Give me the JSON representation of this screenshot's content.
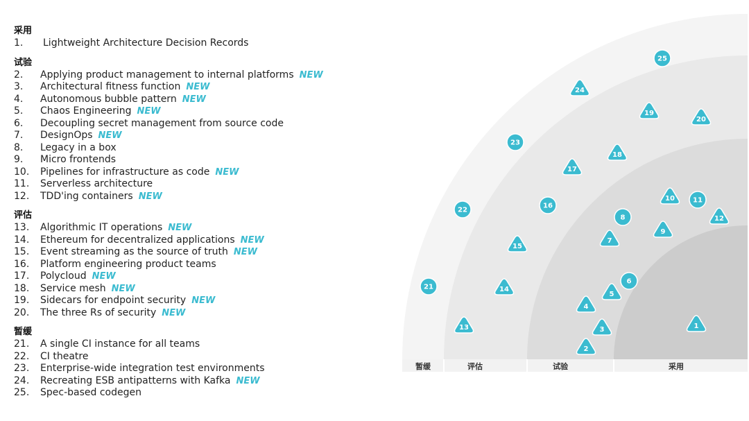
{
  "sections": [
    {
      "title": "采用",
      "items": [
        {
          "num": "1.",
          "name": "Lightweight Architecture Decision Records",
          "new": ""
        }
      ]
    },
    {
      "title": "试验",
      "items": [
        {
          "num": "2.",
          "name": "Applying product management to internal platforms",
          "new": "NEW"
        },
        {
          "num": "3.",
          "name": "Architectural fitness function",
          "new": "NEW"
        },
        {
          "num": "4.",
          "name": "Autonomous bubble pattern",
          "new": "NEW"
        },
        {
          "num": "5.",
          "name": "Chaos Engineering",
          "new": "NEW"
        },
        {
          "num": "6.",
          "name": "Decoupling secret management from source code",
          "new": ""
        },
        {
          "num": "7.",
          "name": "DesignOps",
          "new": "NEW"
        },
        {
          "num": "8.",
          "name": "Legacy in a box",
          "new": ""
        },
        {
          "num": "9.",
          "name": "Micro frontends",
          "new": ""
        },
        {
          "num": "10.",
          "name": "Pipelines for infrastructure as code",
          "new": "NEW"
        },
        {
          "num": "11.",
          "name": "Serverless architecture",
          "new": ""
        },
        {
          "num": "12.",
          "name": "TDD'ing containers",
          "new": "NEW"
        }
      ]
    },
    {
      "title": "评估",
      "items": [
        {
          "num": "13.",
          "name": "Algorithmic IT operations",
          "new": "NEW"
        },
        {
          "num": "14.",
          "name": "Ethereum for decentralized applications",
          "new": "NEW"
        },
        {
          "num": "15.",
          "name": "Event streaming as the source of truth",
          "new": "NEW"
        },
        {
          "num": "16.",
          "name": "Platform engineering product teams",
          "new": ""
        },
        {
          "num": "17.",
          "name": "Polycloud",
          "new": "NEW"
        },
        {
          "num": "18.",
          "name": "Service mesh",
          "new": "NEW"
        },
        {
          "num": "19.",
          "name": "Sidecars for endpoint security",
          "new": "NEW"
        },
        {
          "num": "20.",
          "name": "The three Rs of security",
          "new": "NEW"
        }
      ]
    },
    {
      "title": "暂缓",
      "items": [
        {
          "num": "21.",
          "name": "A single CI instance for all teams",
          "new": ""
        },
        {
          "num": "22.",
          "name": "CI theatre",
          "new": ""
        },
        {
          "num": "23.",
          "name": "Enterprise-wide integration test environments",
          "new": ""
        },
        {
          "num": "24.",
          "name": "Recreating ESB antipatterns with Kafka",
          "new": "NEW"
        },
        {
          "num": "25.",
          "name": "Spec-based codegen",
          "new": ""
        }
      ]
    }
  ],
  "radar": {
    "ring_labels": [
      "暂缓",
      "评估",
      "试验",
      "采用"
    ],
    "colors": {
      "ring_outer": "#f4f4f4",
      "ring_assess": "#e9e9e9",
      "ring_trial": "#dcdcdc",
      "ring_adopt": "#cccccc",
      "blip": "#3bbbd0",
      "label_bar": "#f2f2f2"
    },
    "blips": [
      {
        "id": "1",
        "shape": "triangle",
        "ring": "采用"
      },
      {
        "id": "2",
        "shape": "triangle",
        "ring": "试验"
      },
      {
        "id": "3",
        "shape": "triangle",
        "ring": "试验"
      },
      {
        "id": "4",
        "shape": "triangle",
        "ring": "试验"
      },
      {
        "id": "5",
        "shape": "triangle",
        "ring": "试验"
      },
      {
        "id": "6",
        "shape": "circle",
        "ring": "试验"
      },
      {
        "id": "7",
        "shape": "triangle",
        "ring": "试验"
      },
      {
        "id": "8",
        "shape": "circle",
        "ring": "试验"
      },
      {
        "id": "9",
        "shape": "triangle",
        "ring": "试验"
      },
      {
        "id": "10",
        "shape": "triangle",
        "ring": "试验"
      },
      {
        "id": "11",
        "shape": "circle",
        "ring": "试验"
      },
      {
        "id": "12",
        "shape": "triangle",
        "ring": "试验"
      },
      {
        "id": "13",
        "shape": "triangle",
        "ring": "评估"
      },
      {
        "id": "14",
        "shape": "triangle",
        "ring": "评估"
      },
      {
        "id": "15",
        "shape": "triangle",
        "ring": "评估"
      },
      {
        "id": "16",
        "shape": "circle",
        "ring": "评估"
      },
      {
        "id": "17",
        "shape": "triangle",
        "ring": "评估"
      },
      {
        "id": "18",
        "shape": "triangle",
        "ring": "评估"
      },
      {
        "id": "19",
        "shape": "triangle",
        "ring": "评估"
      },
      {
        "id": "20",
        "shape": "triangle",
        "ring": "评估"
      },
      {
        "id": "21",
        "shape": "circle",
        "ring": "暂缓"
      },
      {
        "id": "22",
        "shape": "circle",
        "ring": "暂缓"
      },
      {
        "id": "23",
        "shape": "circle",
        "ring": "暂缓"
      },
      {
        "id": "24",
        "shape": "triangle",
        "ring": "暂缓"
      },
      {
        "id": "25",
        "shape": "circle",
        "ring": "暂缓"
      }
    ]
  }
}
